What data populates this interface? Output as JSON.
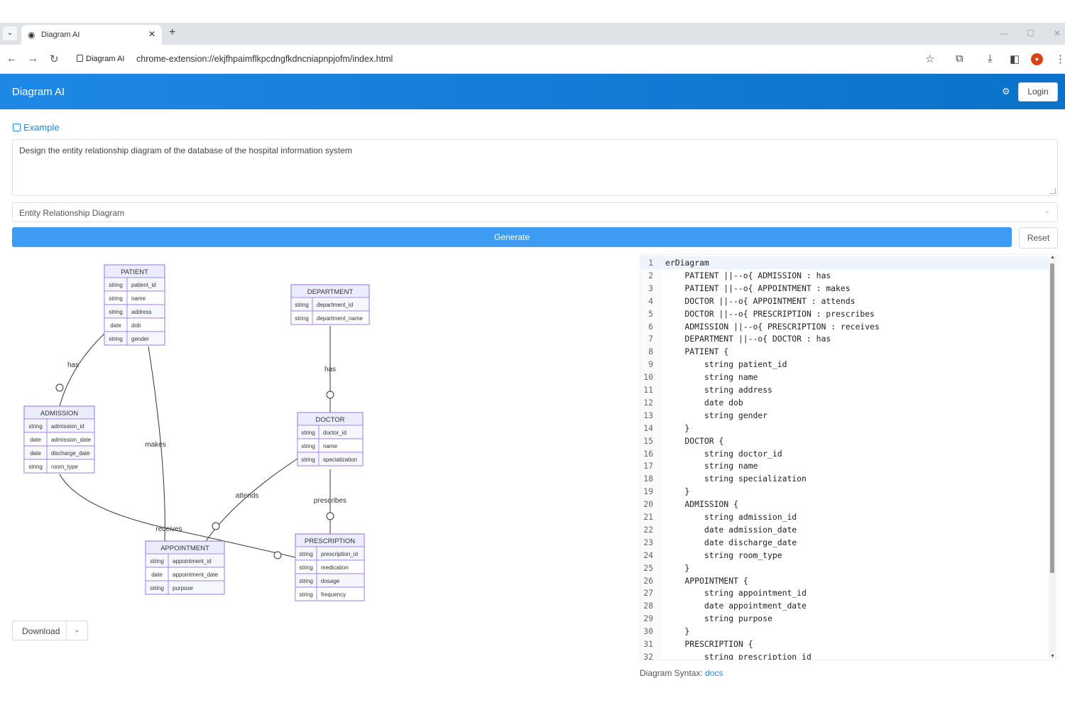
{
  "browser": {
    "tab_title": "Diagram AI",
    "site_chip": "Diagram AI",
    "url": "chrome-extension://ekjfhpaimflkpcdngfkdncniapnpjofm/index.html"
  },
  "app": {
    "title": "Diagram AI",
    "login_label": "Login"
  },
  "form": {
    "example_label": "Example",
    "prompt": "Design the entity relationship diagram of the database of the hospital information system",
    "diagram_type": "Entity Relationship Diagram",
    "generate_label": "Generate",
    "reset_label": "Reset"
  },
  "diagram": {
    "entities": [
      {
        "name": "PATIENT",
        "attributes": [
          [
            "string",
            "patient_id"
          ],
          [
            "string",
            "name"
          ],
          [
            "string",
            "address"
          ],
          [
            "date",
            "dob"
          ],
          [
            "string",
            "gender"
          ]
        ]
      },
      {
        "name": "DEPARTMENT",
        "attributes": [
          [
            "string",
            "department_id"
          ],
          [
            "string",
            "department_name"
          ]
        ]
      },
      {
        "name": "ADMISSION",
        "attributes": [
          [
            "string",
            "admission_id"
          ],
          [
            "date",
            "admission_date"
          ],
          [
            "date",
            "discharge_date"
          ],
          [
            "string",
            "room_type"
          ]
        ]
      },
      {
        "name": "DOCTOR",
        "attributes": [
          [
            "string",
            "doctor_id"
          ],
          [
            "string",
            "name"
          ],
          [
            "string",
            "specialization"
          ]
        ]
      },
      {
        "name": "APPOINTMENT",
        "attributes": [
          [
            "string",
            "appointment_id"
          ],
          [
            "date",
            "appointment_date"
          ],
          [
            "string",
            "purpose"
          ]
        ]
      },
      {
        "name": "PRESCRIPTION",
        "attributes": [
          [
            "string",
            "prescription_id"
          ],
          [
            "string",
            "medication"
          ],
          [
            "string",
            "dosage"
          ],
          [
            "string",
            "frequency"
          ]
        ]
      }
    ],
    "relationships": [
      {
        "label": "has",
        "from": "PATIENT",
        "to": "ADMISSION"
      },
      {
        "label": "makes",
        "from": "PATIENT",
        "to": "APPOINTMENT"
      },
      {
        "label": "has",
        "from": "DEPARTMENT",
        "to": "DOCTOR"
      },
      {
        "label": "attends",
        "from": "DOCTOR",
        "to": "APPOINTMENT"
      },
      {
        "label": "prescribes",
        "from": "DOCTOR",
        "to": "PRESCRIPTION"
      },
      {
        "label": "receives",
        "from": "ADMISSION",
        "to": "PRESCRIPTION"
      }
    ],
    "colors": {
      "box_fill": "#ececff",
      "box_stroke": "#9370db",
      "line": "#333333"
    }
  },
  "download_label": "Download",
  "editor": {
    "lines": [
      "erDiagram",
      "    PATIENT ||--o{ ADMISSION : has",
      "    PATIENT ||--o{ APPOINTMENT : makes",
      "    DOCTOR ||--o{ APPOINTMENT : attends",
      "    DOCTOR ||--o{ PRESCRIPTION : prescribes",
      "    ADMISSION ||--o{ PRESCRIPTION : receives",
      "    DEPARTMENT ||--o{ DOCTOR : has",
      "    PATIENT {",
      "        string patient_id",
      "        string name",
      "        string address",
      "        date dob",
      "        string gender",
      "    }",
      "    DOCTOR {",
      "        string doctor_id",
      "        string name",
      "        string specialization",
      "    }",
      "    ADMISSION {",
      "        string admission_id",
      "        date admission_date",
      "        date discharge_date",
      "        string room_type",
      "    }",
      "    APPOINTMENT {",
      "        string appointment_id",
      "        date appointment_date",
      "        string purpose",
      "    }",
      "    PRESCRIPTION {",
      "        string prescription_id"
    ]
  },
  "footer": {
    "syntax_label": "Diagram Syntax:",
    "docs_label": "docs"
  },
  "icons": [
    "tab-list-icon",
    "chrome-icon",
    "close-icon",
    "plus-icon",
    "minimize-icon",
    "maximize-icon",
    "window-close-icon",
    "back-icon",
    "forward-icon",
    "reload-icon",
    "extension-page-icon",
    "star-icon",
    "extensions-icon",
    "download-icon",
    "sidebar-icon",
    "profile-icon",
    "more-icon",
    "gear-icon",
    "edit-icon",
    "chevron-down-icon"
  ]
}
